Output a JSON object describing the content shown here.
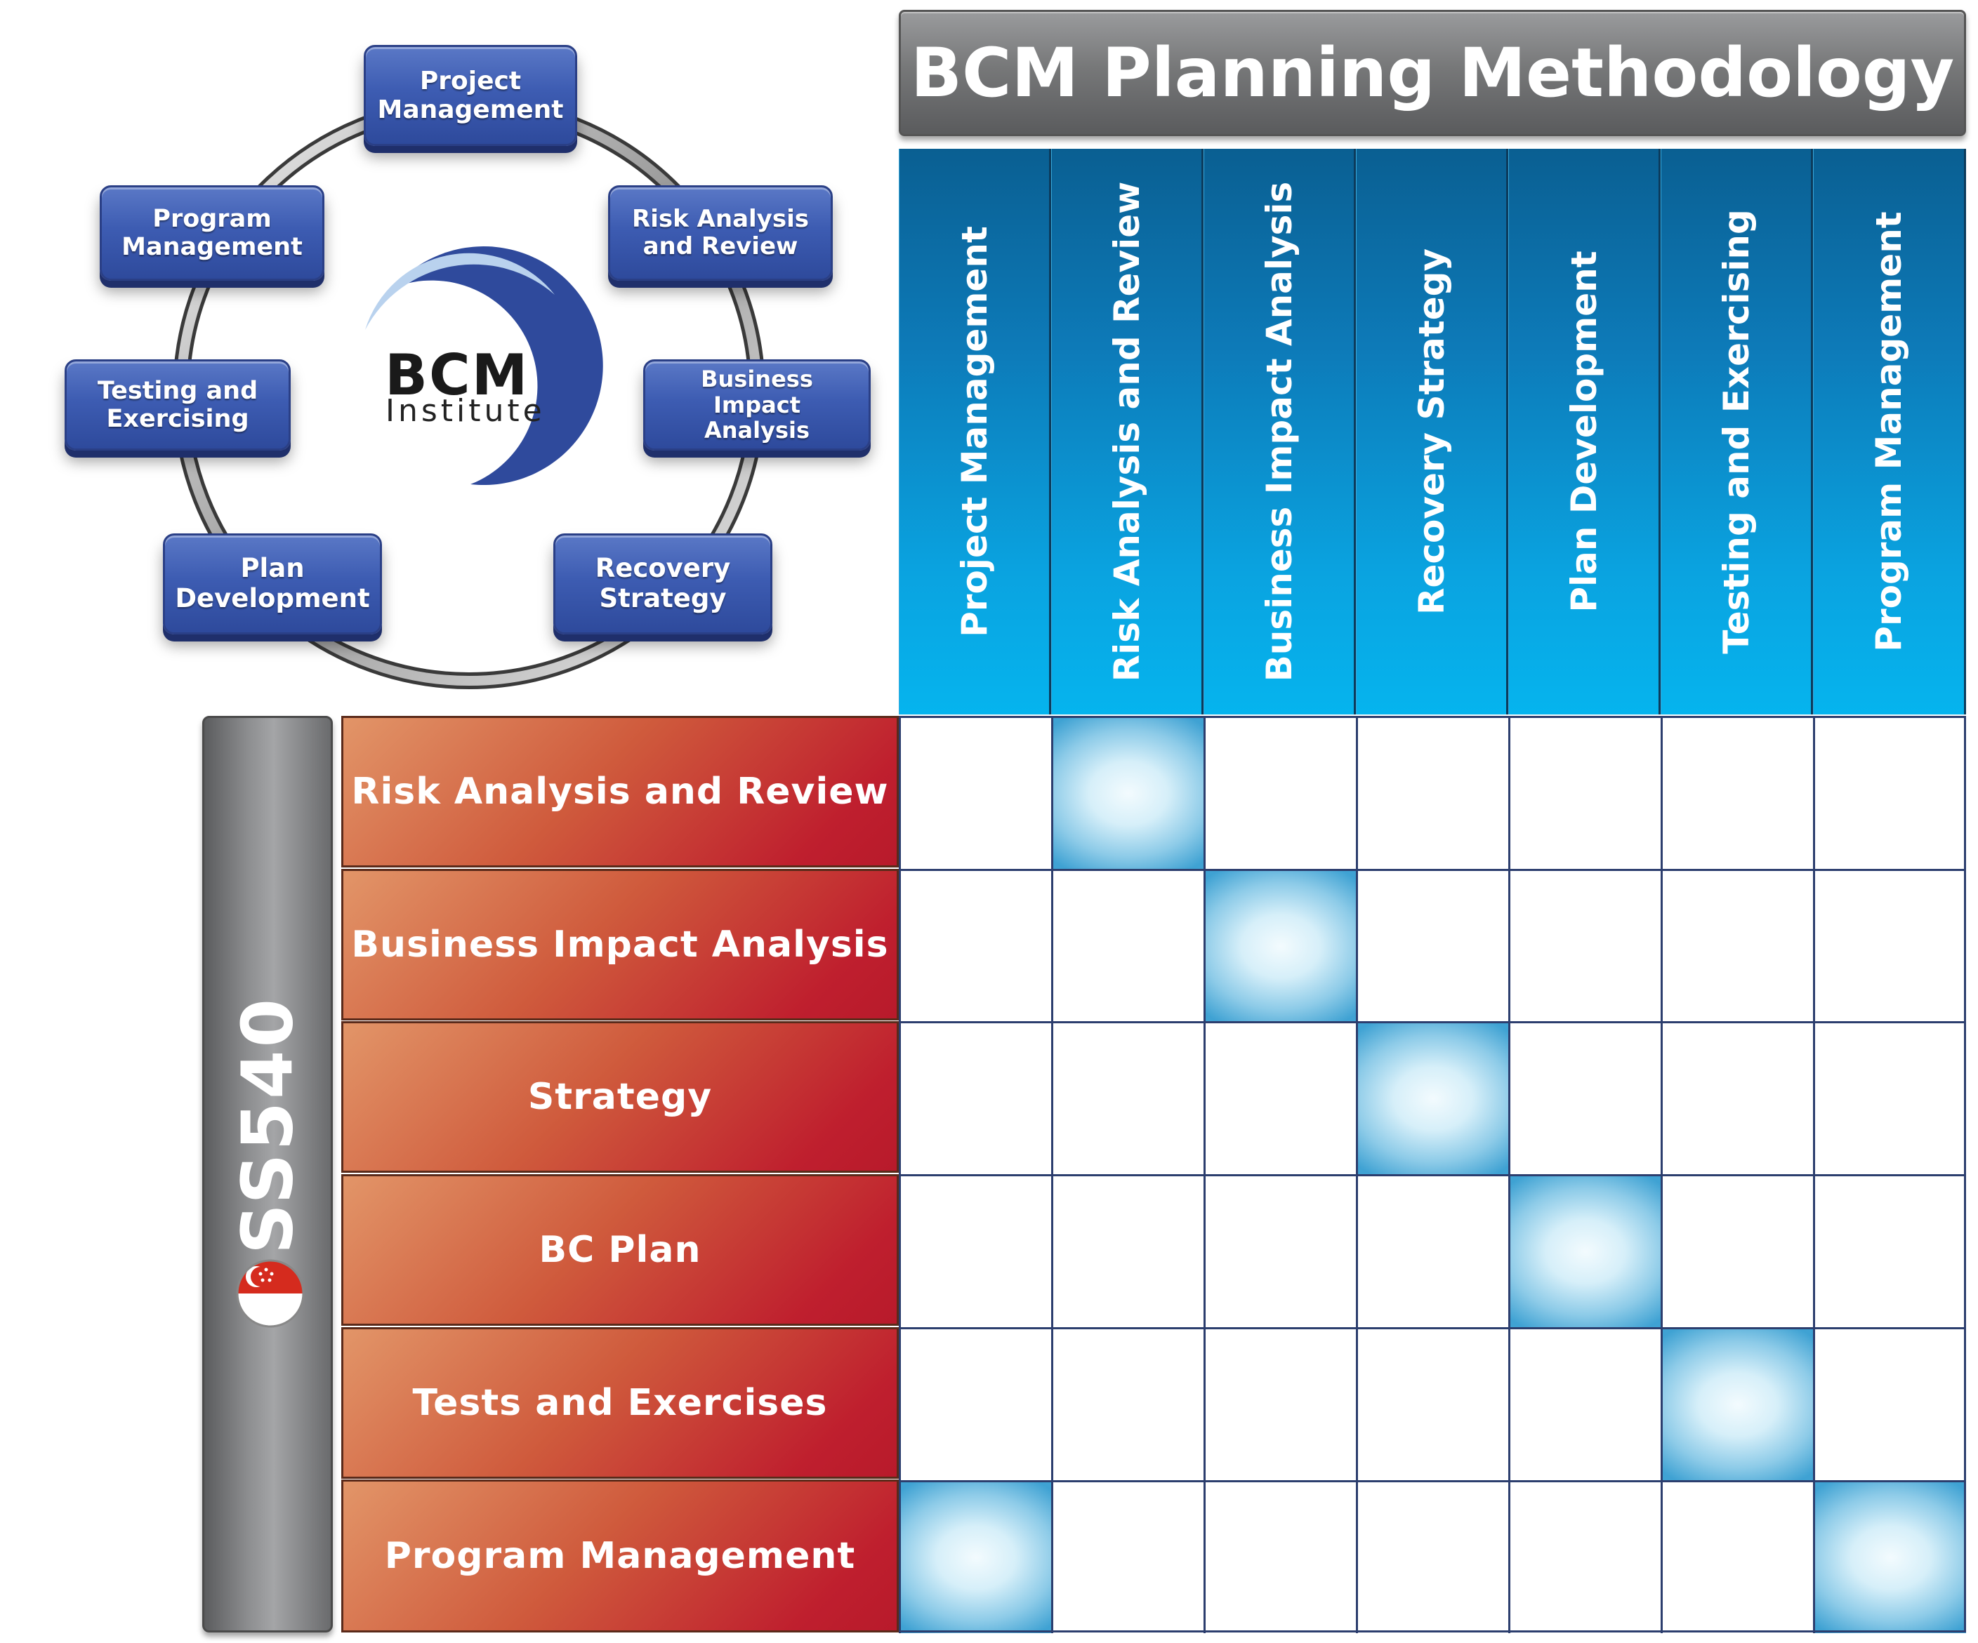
{
  "title": "BCM Planning Methodology",
  "cycle": {
    "logo_main": "BCM",
    "logo_sub": "Institute",
    "nodes": [
      {
        "label": "Project\nManagement"
      },
      {
        "label": "Risk Analysis\nand Review"
      },
      {
        "label": "Business\nImpact\nAnalysis"
      },
      {
        "label": "Recovery\nStrategy"
      },
      {
        "label": "Plan\nDevelopment"
      },
      {
        "label": "Testing and\nExercising"
      },
      {
        "label": "Program\nManagement"
      }
    ]
  },
  "columns": [
    "Project Management",
    "Risk Analysis and Review",
    "Business Impact Analysis",
    "Recovery Strategy",
    "Plan Development",
    "Testing and Exercising",
    "Program Management"
  ],
  "standard": {
    "label": "SS540",
    "flag": "singapore-flag-icon"
  },
  "rows": [
    "Risk Analysis and Review",
    "Business Impact Analysis",
    "Strategy",
    "BC Plan",
    "Tests and Exercises",
    "Program Management"
  ],
  "mapping": [
    [
      0,
      1,
      0,
      0,
      0,
      0,
      0
    ],
    [
      0,
      0,
      1,
      0,
      0,
      0,
      0
    ],
    [
      0,
      0,
      0,
      1,
      0,
      0,
      0
    ],
    [
      0,
      0,
      0,
      0,
      1,
      0,
      0
    ],
    [
      0,
      0,
      0,
      0,
      0,
      1,
      0
    ],
    [
      1,
      0,
      0,
      0,
      0,
      0,
      1
    ]
  ],
  "colors": {
    "node_blue": "#3d5cb2",
    "header_blue": "#0aa3e0",
    "row_red": "#bf1f2e",
    "highlight": "#8dcbe8"
  }
}
